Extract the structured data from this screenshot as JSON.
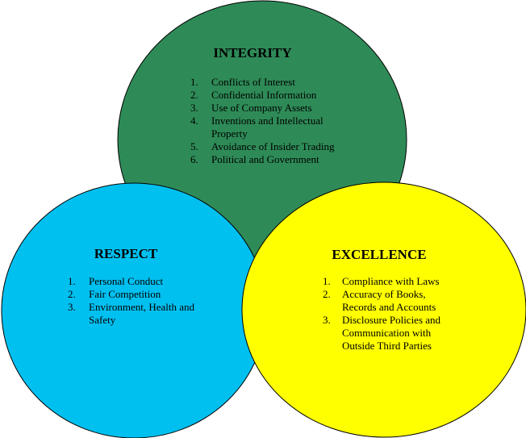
{
  "colors": {
    "integrity": "#2e8b57",
    "respect": "#00c0f0",
    "excellence": "#ffff00",
    "outline": "#000000"
  },
  "integrity": {
    "title": "INTEGRITY",
    "items": [
      {
        "num": "1.",
        "text": "Conflicts of Interest"
      },
      {
        "num": "2.",
        "text": "Confidential Information"
      },
      {
        "num": "3.",
        "text": "Use of Company Assets"
      },
      {
        "num": "4.",
        "text": "Inventions and Intellectual Property"
      },
      {
        "num": "5.",
        "text": "Avoidance of Insider Trading"
      },
      {
        "num": "6.",
        "text": "Political and Government"
      }
    ]
  },
  "respect": {
    "title": "RESPECT",
    "items": [
      {
        "num": "1.",
        "text": "Personal Conduct"
      },
      {
        "num": "2.",
        "text": "Fair Competition"
      },
      {
        "num": "3.",
        "text": "Environment, Health and Safety"
      }
    ]
  },
  "excellence": {
    "title": "EXCELLENCE",
    "items": [
      {
        "num": "1.",
        "text": "Compliance with Laws"
      },
      {
        "num": "2.",
        "text": "Accuracy of Books, Records and Accounts"
      },
      {
        "num": "3.",
        "text": "Disclosure Policies and Communication with Outside Third Parties"
      }
    ]
  }
}
